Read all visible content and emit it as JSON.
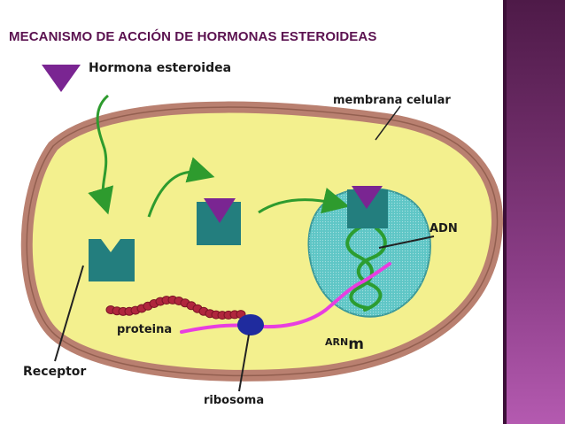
{
  "title": "MECANISMO DE ACCIÓN DE HORMONAS ESTEROIDEAS",
  "labels": {
    "hormone": "Hormona esteroidea",
    "membrane": "membrana celular",
    "dna": "ADN",
    "protein": "proteina",
    "mrna_main": "ARN",
    "mrna_suffix": "m",
    "receptor": "Receptor",
    "ribosome": "ribosoma"
  },
  "colors": {
    "title_text": "#5b1250",
    "membrane_outer": "#b98070",
    "cytoplasm": "#f3f08e",
    "nucleus": "#5fc6c6",
    "receptor": "#237e7e",
    "hormone": "#7a2592",
    "arrows": "#2e9b2e",
    "dna": "#2c9d30",
    "protein_beads": "#b0263d",
    "mrna": "#e83ee0",
    "ribosome": "#1f2b9e",
    "side_bar": "#6a2a64"
  }
}
